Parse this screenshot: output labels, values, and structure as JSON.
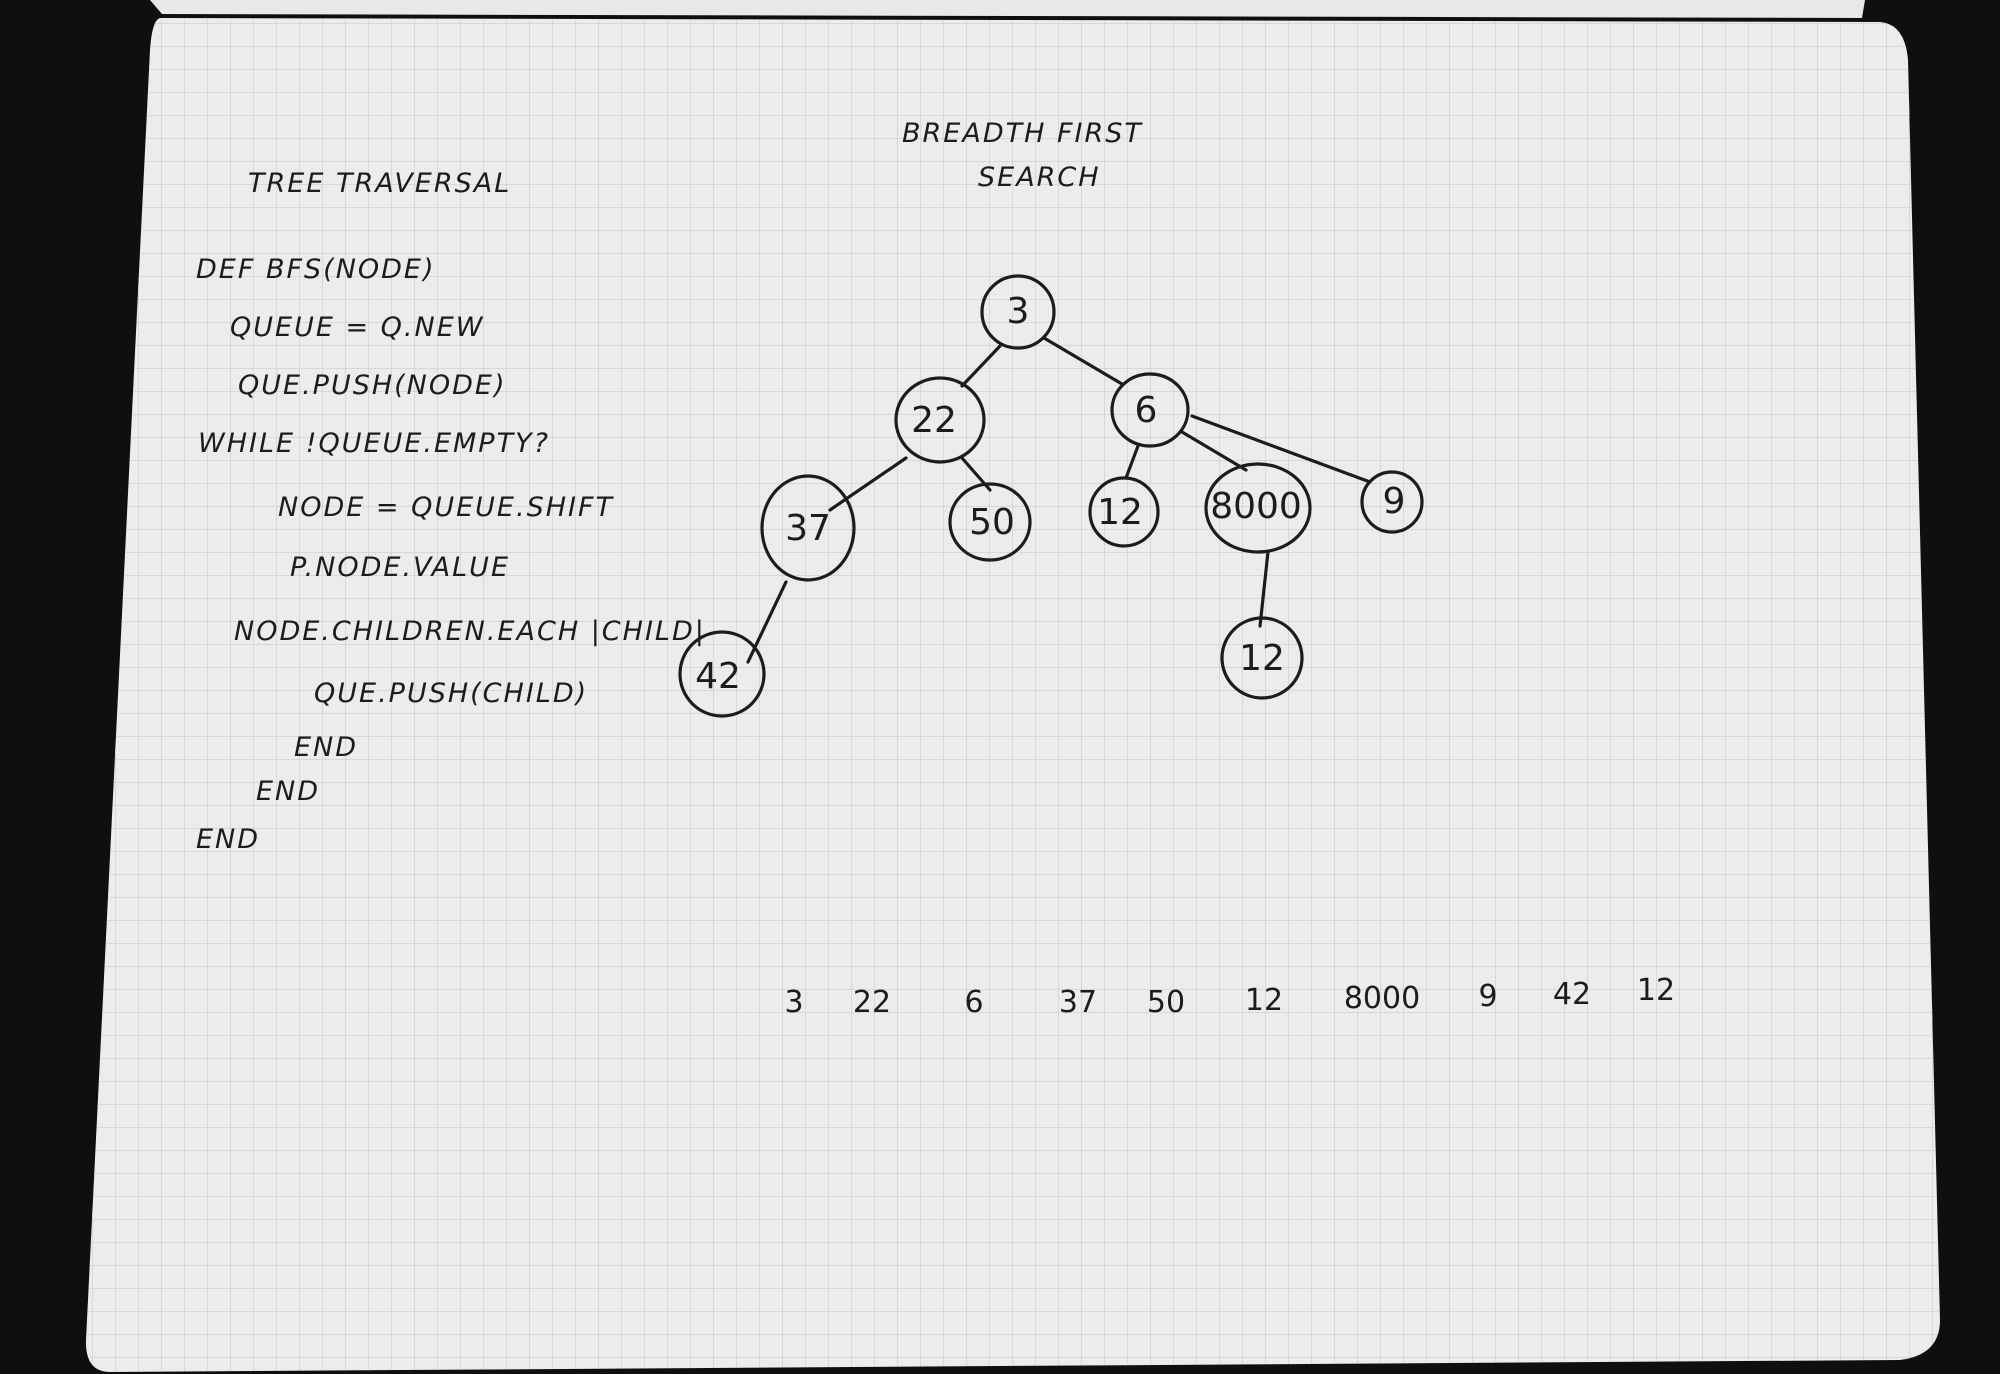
{
  "page": {
    "headline": "TREE TRAVERSAL",
    "diagram_title": [
      "BREADTH FIRST",
      "SEARCH"
    ]
  },
  "code": {
    "lines": [
      "DEF BFS(NODE)",
      "QUEUE = Q.NEW",
      "QUE.PUSH(NODE)",
      "WHILE !QUEUE.EMPTY?",
      "NODE = QUEUE.SHIFT",
      "P.NODE.VALUE",
      "NODE.CHILDREN.EACH |CHILD|",
      "QUE.PUSH(CHILD)",
      "END",
      "END",
      "END"
    ]
  },
  "tree": {
    "nodes": [
      {
        "id": "n3",
        "label": "3"
      },
      {
        "id": "n22",
        "label": "22"
      },
      {
        "id": "n6",
        "label": "6"
      },
      {
        "id": "n37",
        "label": "37"
      },
      {
        "id": "n50",
        "label": "50"
      },
      {
        "id": "n12a",
        "label": "12"
      },
      {
        "id": "n8000",
        "label": "8000"
      },
      {
        "id": "n9",
        "label": "9"
      },
      {
        "id": "n42",
        "label": "42"
      },
      {
        "id": "n12b",
        "label": "12"
      }
    ],
    "edges": [
      [
        "n3",
        "n22"
      ],
      [
        "n3",
        "n6"
      ],
      [
        "n22",
        "n37"
      ],
      [
        "n22",
        "n50"
      ],
      [
        "n6",
        "n12a"
      ],
      [
        "n6",
        "n8000"
      ],
      [
        "n6",
        "n9"
      ],
      [
        "n37",
        "n42"
      ],
      [
        "n8000",
        "n12b"
      ]
    ]
  },
  "traversal_order": [
    "3",
    "22",
    "6",
    "37",
    "50",
    "12",
    "8000",
    "9",
    "42",
    "12"
  ],
  "colors": {
    "paper": "#f4f4f2",
    "grid": "#c9ccd0",
    "ink": "#1c1c1c",
    "desk": "#0f0f10"
  }
}
